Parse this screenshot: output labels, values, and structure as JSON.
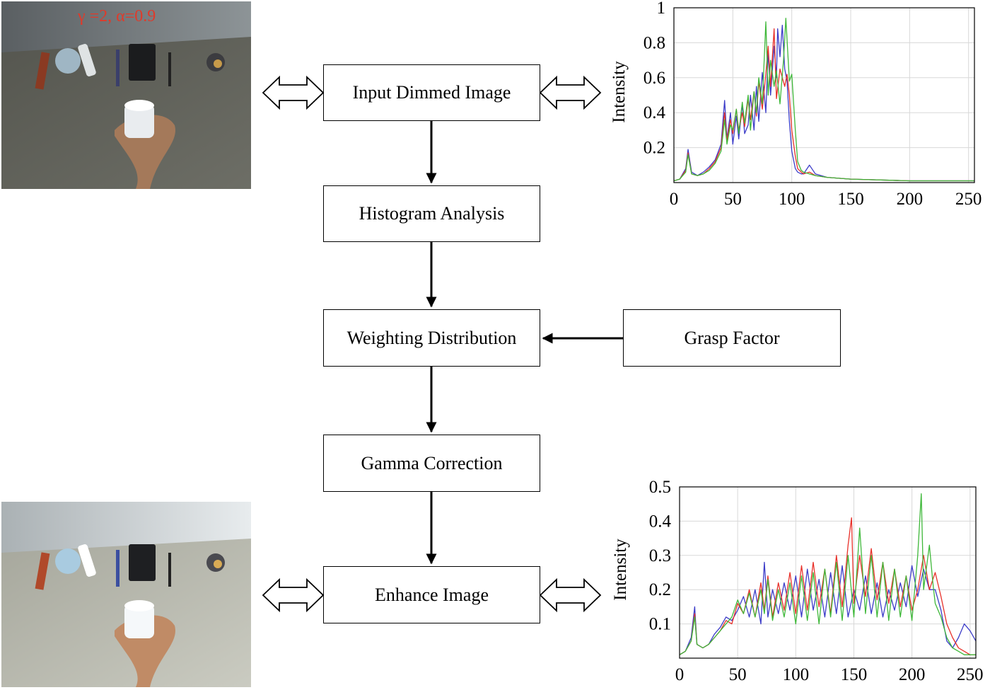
{
  "photos": {
    "input": {
      "caption": "γ =2, α=0.9"
    },
    "enhanced": {
      "caption": ""
    }
  },
  "flowchart": {
    "input_dimmed_image": "Input Dimmed Image",
    "histogram_analysis": "Histogram Analysis",
    "weighting_distribution": "Weighting Distribution",
    "grasp_factor": "Grasp Factor",
    "gamma_correction": "Gamma Correction",
    "enhance_image": "Enhance Image"
  },
  "colors": {
    "red_channel": "#e8312a",
    "green_channel": "#3fb83a",
    "blue_channel": "#3c3cc8",
    "caption": "#e03a2a",
    "grid": "#d8d8d8"
  },
  "chart_data": [
    {
      "type": "line",
      "title": "",
      "xlabel": "",
      "ylabel": "Intensity",
      "xlim": [
        0,
        255
      ],
      "ylim": [
        0,
        1
      ],
      "xticks": [
        0,
        50,
        100,
        150,
        200,
        250
      ],
      "yticks": [
        0.2,
        0.4,
        0.6,
        0.8,
        1
      ],
      "ytick_labels": [
        "0.2",
        "0.4",
        "0.6",
        "0.8",
        "1"
      ],
      "grid": true,
      "series": [
        {
          "color": "blue",
          "x": [
            0,
            5,
            10,
            12,
            15,
            20,
            25,
            30,
            35,
            40,
            43,
            45,
            48,
            50,
            53,
            55,
            58,
            60,
            63,
            65,
            68,
            70,
            72,
            75,
            78,
            80,
            82,
            85,
            87,
            88,
            90,
            92,
            94,
            96,
            98,
            100,
            103,
            105,
            108,
            110,
            115,
            120,
            130,
            150,
            200,
            250,
            255
          ],
          "y": [
            0.01,
            0.02,
            0.08,
            0.19,
            0.06,
            0.04,
            0.06,
            0.09,
            0.13,
            0.22,
            0.47,
            0.25,
            0.4,
            0.22,
            0.38,
            0.25,
            0.45,
            0.28,
            0.33,
            0.5,
            0.3,
            0.55,
            0.35,
            0.63,
            0.4,
            0.75,
            0.5,
            0.78,
            0.6,
            0.88,
            0.72,
            0.9,
            0.65,
            0.58,
            0.35,
            0.18,
            0.08,
            0.06,
            0.05,
            0.05,
            0.1,
            0.05,
            0.03,
            0.02,
            0.01,
            0.01,
            0.01
          ]
        },
        {
          "color": "red",
          "x": [
            0,
            5,
            10,
            12,
            15,
            20,
            25,
            30,
            35,
            40,
            43,
            45,
            48,
            50,
            53,
            55,
            58,
            60,
            63,
            65,
            68,
            70,
            72,
            75,
            78,
            80,
            82,
            85,
            87,
            90,
            92,
            94,
            96,
            98,
            100,
            103,
            105,
            108,
            110,
            115,
            120,
            130,
            150,
            200,
            250,
            255
          ],
          "y": [
            0.01,
            0.02,
            0.07,
            0.17,
            0.05,
            0.04,
            0.05,
            0.08,
            0.12,
            0.2,
            0.4,
            0.24,
            0.36,
            0.28,
            0.42,
            0.3,
            0.4,
            0.32,
            0.48,
            0.36,
            0.52,
            0.38,
            0.58,
            0.42,
            0.62,
            0.78,
            0.55,
            0.88,
            0.48,
            0.65,
            0.6,
            0.55,
            0.62,
            0.5,
            0.3,
            0.15,
            0.08,
            0.06,
            0.05,
            0.06,
            0.04,
            0.03,
            0.02,
            0.01,
            0.01,
            0.01
          ]
        },
        {
          "color": "green",
          "x": [
            0,
            5,
            10,
            12,
            15,
            20,
            25,
            30,
            35,
            40,
            43,
            45,
            48,
            50,
            53,
            55,
            58,
            60,
            63,
            65,
            68,
            70,
            72,
            75,
            78,
            80,
            82,
            85,
            87,
            90,
            93,
            95,
            98,
            100,
            103,
            105,
            108,
            110,
            115,
            120,
            130,
            150,
            200,
            250,
            255
          ],
          "y": [
            0.01,
            0.02,
            0.06,
            0.16,
            0.05,
            0.04,
            0.05,
            0.07,
            0.11,
            0.18,
            0.36,
            0.22,
            0.33,
            0.3,
            0.42,
            0.28,
            0.46,
            0.34,
            0.5,
            0.3,
            0.52,
            0.4,
            0.6,
            0.45,
            0.92,
            0.5,
            0.7,
            0.55,
            0.64,
            0.45,
            0.7,
            0.94,
            0.58,
            0.62,
            0.3,
            0.12,
            0.07,
            0.06,
            0.05,
            0.04,
            0.03,
            0.02,
            0.01,
            0.01,
            0.01
          ]
        }
      ]
    },
    {
      "type": "line",
      "title": "",
      "xlabel": "",
      "ylabel": "Intensity",
      "xlim": [
        0,
        255
      ],
      "ylim": [
        0,
        0.5
      ],
      "xticks": [
        0,
        50,
        100,
        150,
        200,
        250
      ],
      "yticks": [
        0.1,
        0.2,
        0.3,
        0.4,
        0.5
      ],
      "ytick_labels": [
        "0.1",
        "0.2",
        "0.3",
        "0.4",
        "0.5"
      ],
      "grid": true,
      "series": [
        {
          "color": "blue",
          "x": [
            0,
            5,
            10,
            13,
            15,
            20,
            25,
            30,
            35,
            40,
            45,
            50,
            55,
            60,
            65,
            70,
            73,
            76,
            80,
            85,
            90,
            95,
            100,
            105,
            110,
            115,
            120,
            125,
            130,
            135,
            140,
            145,
            150,
            155,
            160,
            165,
            170,
            175,
            180,
            185,
            190,
            195,
            200,
            205,
            210,
            215,
            220,
            225,
            230,
            235,
            240,
            245,
            250,
            255
          ],
          "y": [
            0.01,
            0.02,
            0.06,
            0.15,
            0.04,
            0.03,
            0.04,
            0.07,
            0.09,
            0.12,
            0.11,
            0.14,
            0.18,
            0.12,
            0.2,
            0.1,
            0.28,
            0.12,
            0.2,
            0.13,
            0.22,
            0.14,
            0.24,
            0.12,
            0.26,
            0.14,
            0.23,
            0.12,
            0.25,
            0.13,
            0.27,
            0.12,
            0.2,
            0.14,
            0.24,
            0.13,
            0.22,
            0.12,
            0.2,
            0.14,
            0.22,
            0.15,
            0.27,
            0.18,
            0.26,
            0.2,
            0.2,
            0.14,
            0.05,
            0.03,
            0.06,
            0.1,
            0.08,
            0.05
          ]
        },
        {
          "color": "red",
          "x": [
            0,
            5,
            10,
            13,
            15,
            20,
            25,
            30,
            35,
            40,
            45,
            50,
            55,
            60,
            65,
            70,
            73,
            76,
            80,
            85,
            90,
            95,
            100,
            105,
            110,
            115,
            120,
            125,
            130,
            135,
            140,
            145,
            148,
            150,
            155,
            160,
            165,
            170,
            175,
            180,
            185,
            190,
            195,
            200,
            205,
            210,
            215,
            220,
            225,
            230,
            235,
            240,
            245,
            250,
            255
          ],
          "y": [
            0.01,
            0.02,
            0.05,
            0.13,
            0.04,
            0.03,
            0.04,
            0.06,
            0.08,
            0.11,
            0.1,
            0.16,
            0.13,
            0.2,
            0.12,
            0.22,
            0.14,
            0.24,
            0.12,
            0.22,
            0.14,
            0.25,
            0.13,
            0.27,
            0.14,
            0.28,
            0.15,
            0.26,
            0.13,
            0.3,
            0.15,
            0.33,
            0.41,
            0.16,
            0.3,
            0.18,
            0.32,
            0.17,
            0.28,
            0.16,
            0.26,
            0.15,
            0.24,
            0.14,
            0.2,
            0.3,
            0.2,
            0.25,
            0.18,
            0.1,
            0.06,
            0.03,
            0.02,
            0.01,
            0.01
          ]
        },
        {
          "color": "green",
          "x": [
            0,
            5,
            10,
            13,
            15,
            20,
            25,
            30,
            35,
            40,
            45,
            50,
            55,
            60,
            65,
            70,
            73,
            76,
            80,
            85,
            90,
            95,
            100,
            105,
            110,
            115,
            120,
            125,
            130,
            135,
            140,
            145,
            150,
            155,
            160,
            165,
            170,
            175,
            180,
            185,
            190,
            195,
            200,
            205,
            208,
            210,
            215,
            218,
            220,
            225,
            230,
            235,
            240,
            245,
            250,
            255
          ],
          "y": [
            0.01,
            0.02,
            0.05,
            0.12,
            0.04,
            0.03,
            0.04,
            0.06,
            0.08,
            0.1,
            0.12,
            0.17,
            0.13,
            0.19,
            0.12,
            0.2,
            0.13,
            0.23,
            0.11,
            0.2,
            0.12,
            0.22,
            0.1,
            0.24,
            0.11,
            0.25,
            0.1,
            0.26,
            0.12,
            0.28,
            0.11,
            0.3,
            0.12,
            0.38,
            0.13,
            0.3,
            0.12,
            0.28,
            0.11,
            0.26,
            0.12,
            0.24,
            0.11,
            0.3,
            0.48,
            0.2,
            0.33,
            0.22,
            0.16,
            0.12,
            0.06,
            0.03,
            0.02,
            0.01,
            0.01,
            0.01
          ]
        }
      ]
    }
  ]
}
